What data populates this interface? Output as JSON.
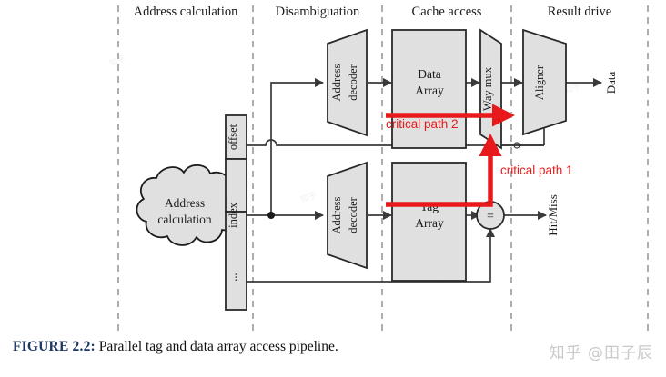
{
  "figure": {
    "caption_head": "FIGURE 2.2:",
    "caption_body": " Parallel tag and data array access pipeline.",
    "watermark": "知乎 @田子辰",
    "watermark_ghost": "知乎"
  },
  "colors": {
    "box_fill": "#e0e0e0",
    "box_stroke": "#2a2a2a",
    "wire": "#3a3a3a",
    "divider": "#9a9a9a",
    "critical": "#e8191b",
    "caption_head": "#1f3864",
    "text": "#1b1b1b"
  },
  "stages": [
    {
      "id": "address-calculation",
      "label": "Address calculation"
    },
    {
      "id": "disambiguation",
      "label": "Disambiguation"
    },
    {
      "id": "cache-access",
      "label": "Cache access"
    },
    {
      "id": "result-drive",
      "label": "Result drive"
    }
  ],
  "blocks": {
    "cloud": {
      "line1": "Address",
      "line2": "calculation"
    },
    "register": {
      "cells": [
        {
          "id": "offset",
          "label": "offset"
        },
        {
          "id": "index",
          "label": "index"
        },
        {
          "id": "rest",
          "label": "..."
        }
      ]
    },
    "decoder_top": {
      "line1": "Address",
      "line2": "decoder"
    },
    "decoder_bottom": {
      "line1": "Address",
      "line2": "decoder"
    },
    "data_array": {
      "line1": "Data",
      "line2": "Array"
    },
    "tag_array": {
      "line1": "Tag",
      "line2": "Array"
    },
    "way_mux": {
      "label": "Way mux"
    },
    "aligner": {
      "label": "Aligner"
    },
    "comparator": {
      "label": "="
    }
  },
  "signals": {
    "data_out": "Data",
    "hit_miss_out": "Hit/Miss"
  },
  "annotations": {
    "critical_path_1": "critical path 1",
    "critical_path_2": "critical path 2"
  }
}
